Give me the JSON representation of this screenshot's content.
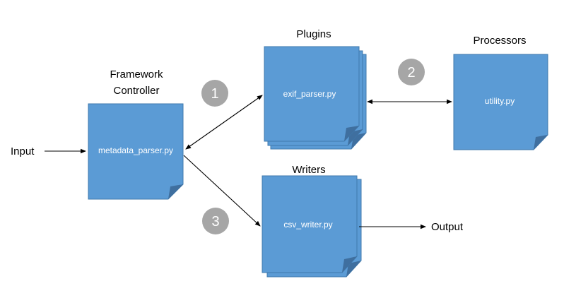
{
  "framework": {
    "heading_line1": "Framework",
    "heading_line2": "Controller",
    "file": "metadata_parser.py"
  },
  "plugins": {
    "heading": "Plugins",
    "file": "exif_parser.py"
  },
  "processors": {
    "heading": "Processors",
    "file": "utility.py"
  },
  "writers": {
    "heading": "Writers",
    "file": "csv_writer.py"
  },
  "io": {
    "input": "Input",
    "output": "Output"
  },
  "steps": [
    "1",
    "2",
    "3"
  ],
  "colors": {
    "document_fill": "#5b9bd5",
    "document_border": "#3f79ad",
    "step_circle": "#a6a6a6"
  }
}
